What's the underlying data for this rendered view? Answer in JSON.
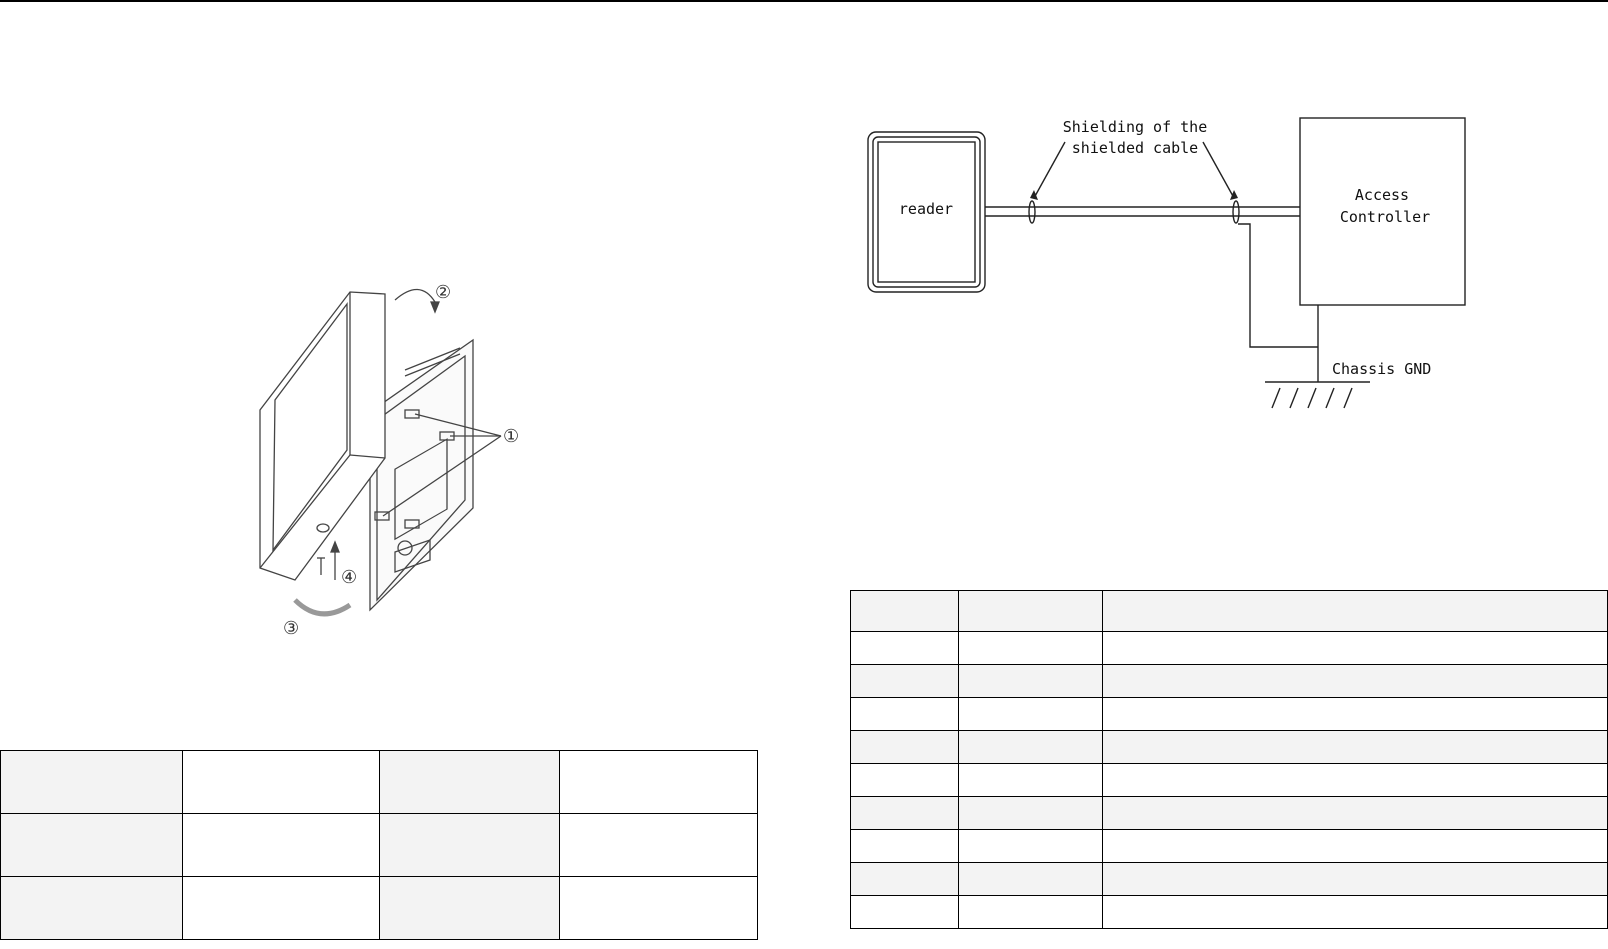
{
  "install_figure": {
    "steps": [
      "②",
      "①",
      "④",
      "③"
    ]
  },
  "wiring_diagram": {
    "reader_label": "reader",
    "shielding_line1": "Shielding of the",
    "shielding_line2": "shielded cable",
    "controller_line1": "Access",
    "controller_line2": "Controller",
    "ground_label": "Chassis GND"
  },
  "spec_table": {
    "rows": [
      [
        "",
        "",
        "",
        ""
      ],
      [
        "",
        "",
        "",
        ""
      ],
      [
        "",
        "",
        "",
        ""
      ]
    ]
  },
  "wire_table": {
    "header": [
      "",
      "",
      ""
    ],
    "rows": [
      [
        "",
        "",
        ""
      ],
      [
        "",
        "",
        ""
      ],
      [
        "",
        "",
        ""
      ],
      [
        "",
        "",
        ""
      ],
      [
        "",
        "",
        ""
      ],
      [
        "",
        "",
        ""
      ],
      [
        "",
        "",
        ""
      ],
      [
        "",
        "",
        ""
      ],
      [
        "",
        "",
        ""
      ]
    ]
  }
}
